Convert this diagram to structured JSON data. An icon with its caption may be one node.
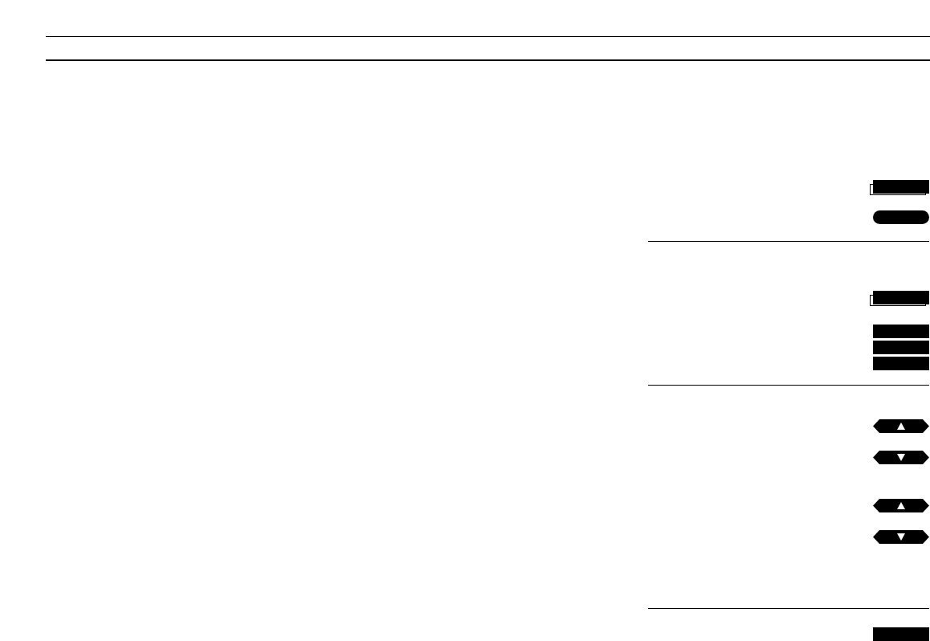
{
  "diagram": {
    "nodes": [
      {
        "text": [],
        "shape": "box"
      },
      {
        "text": [],
        "shape": "pill"
      },
      {
        "text": [],
        "shape": "box"
      },
      {
        "text": [],
        "shape": "bar"
      },
      {
        "text": [],
        "shape": "bar"
      },
      {
        "text": [],
        "shape": "bar"
      },
      {
        "text": [],
        "shape": "hexagon"
      },
      {
        "text": [],
        "shape": "hexagon"
      },
      {
        "text": [],
        "shape": "hexagon"
      },
      {
        "text": [],
        "shape": "hexagon"
      },
      {
        "text": [],
        "shape": "bar"
      }
    ]
  }
}
